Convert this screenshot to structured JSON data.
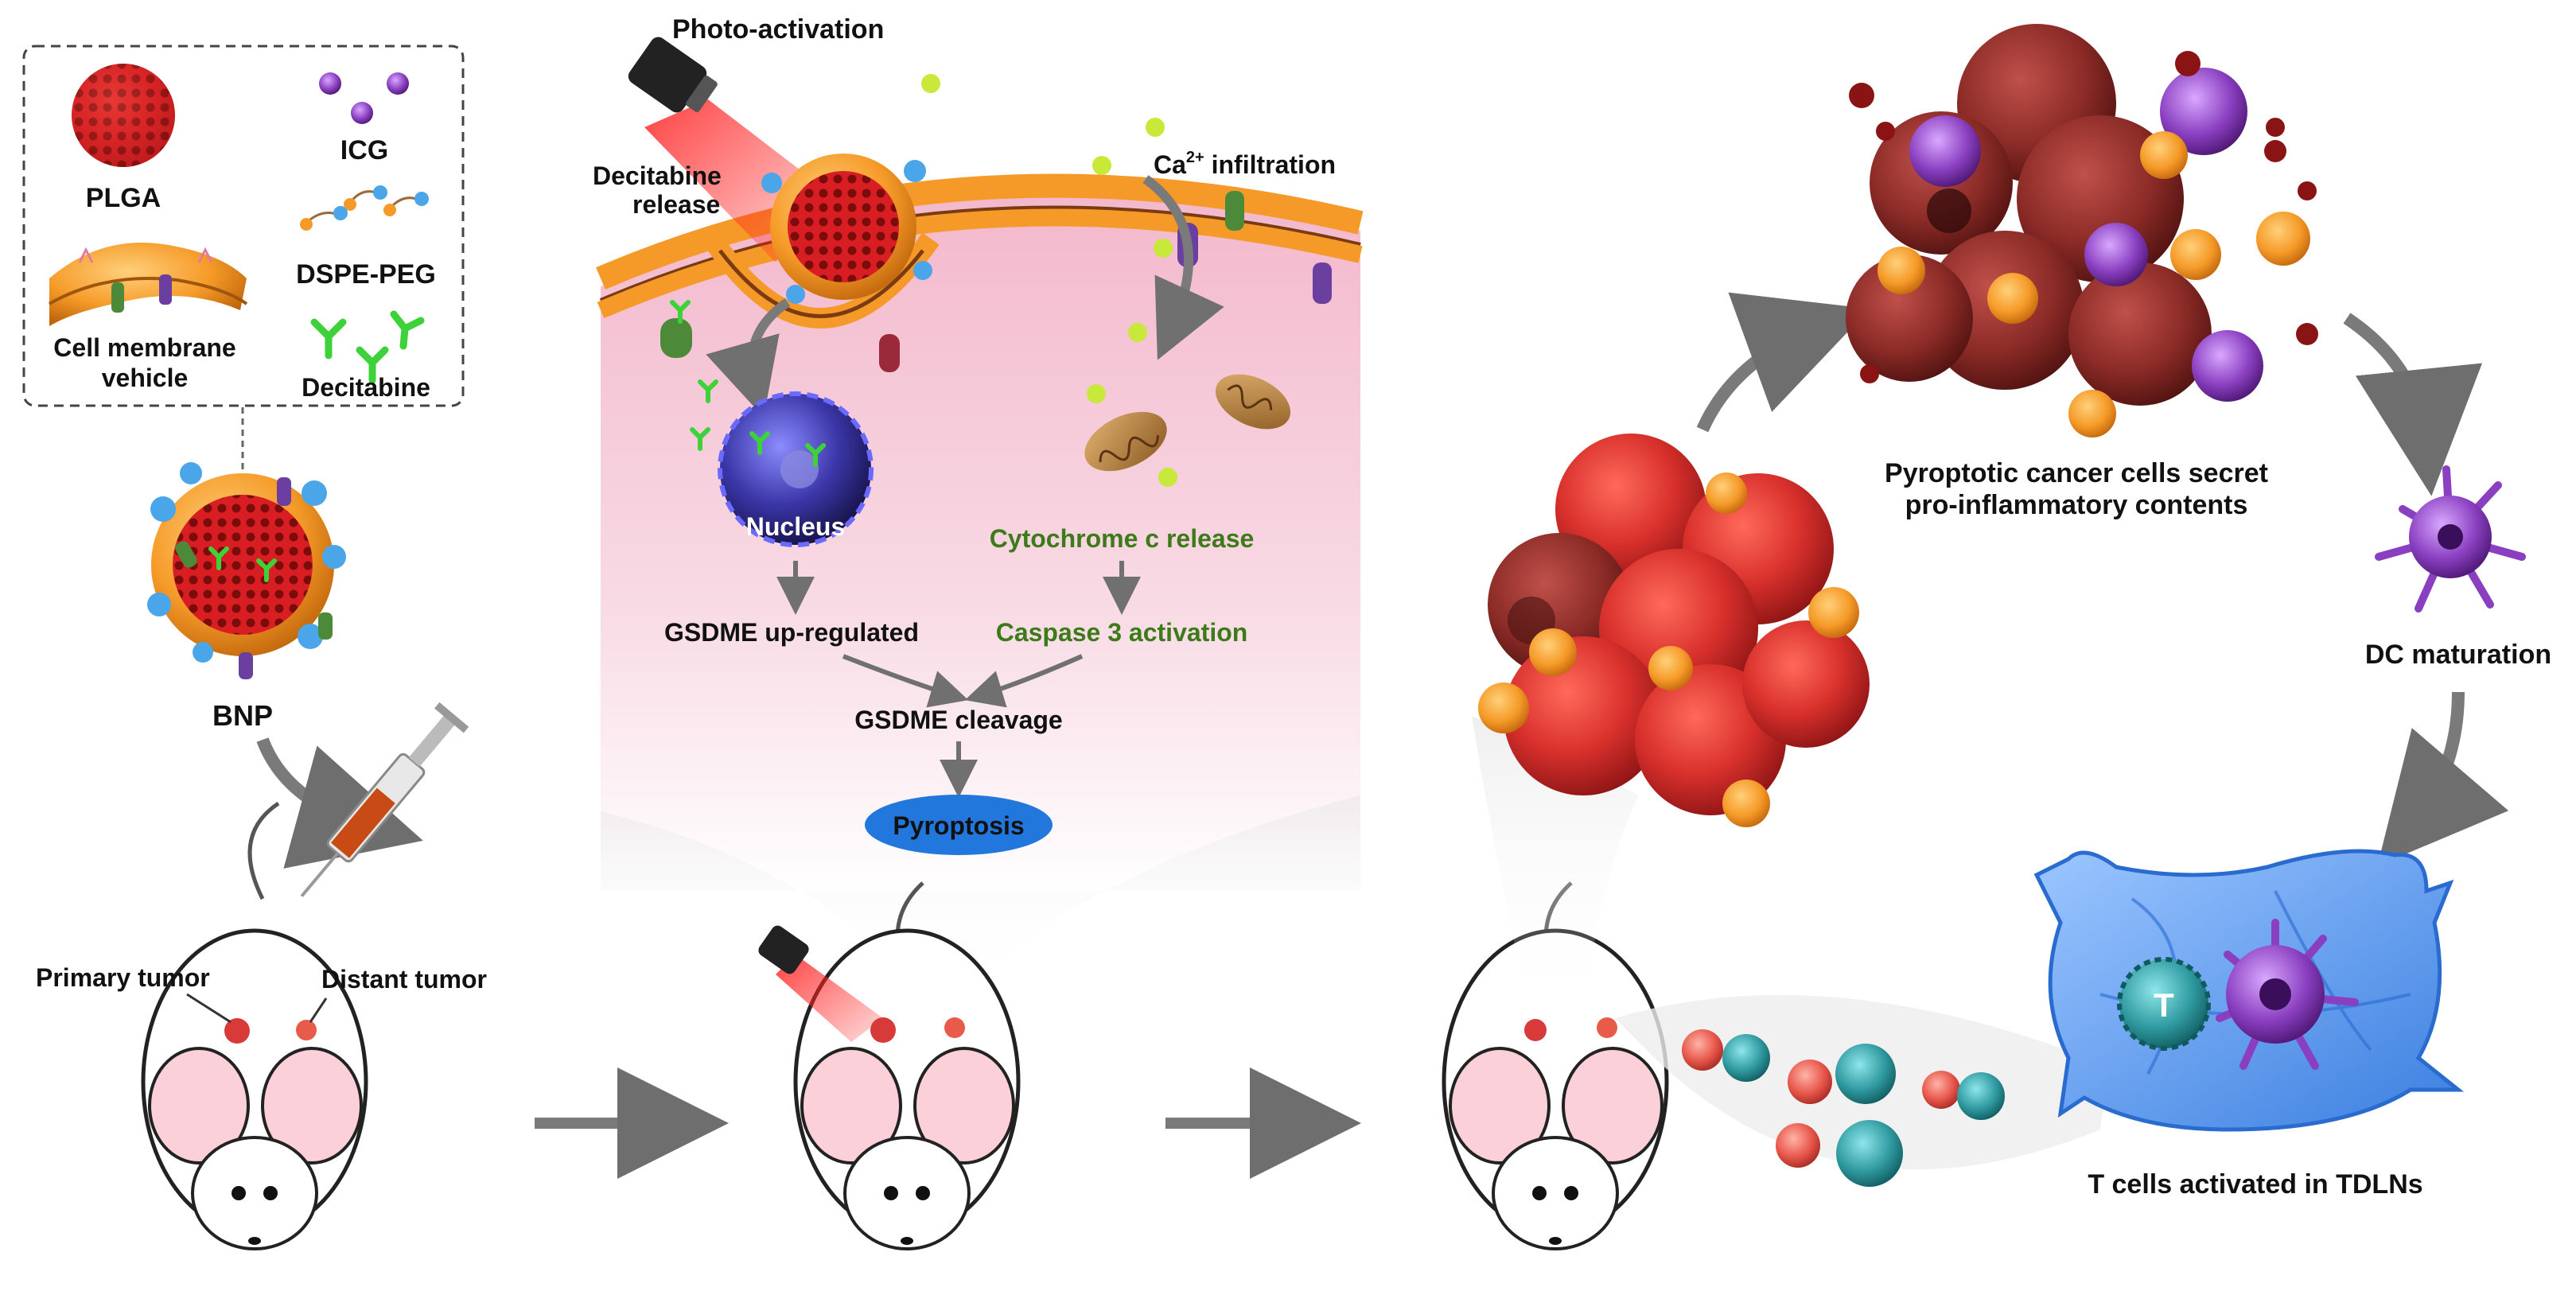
{
  "legend": {
    "plga": "PLGA",
    "icg": "ICG",
    "dspe_peg": "DSPE-PEG",
    "membrane_line1": "Cell membrane",
    "membrane_line2": "vehicle",
    "decitabine": "Decitabine"
  },
  "bnp_label": "BNP",
  "mouse1": {
    "primary_tumor": "Primary tumor",
    "distant_tumor": "Distant tumor"
  },
  "cell_panel": {
    "photo_activation": "Photo-activation",
    "ca_prefix": "Ca",
    "ca_superscript": "2+",
    "ca_suffix": " infiltration",
    "decitabine_release_line1": "Decitabine",
    "decitabine_release_line2": "release",
    "nucleus": "Nucleus",
    "cytochrome": "Cytochrome c release",
    "gsdme_up": "GSDME up-regulated",
    "caspase": "Caspase 3 activation",
    "gsdme_cleavage": "GSDME cleavage",
    "pyroptosis": "Pyroptosis"
  },
  "immune": {
    "secret_line1": "Pyroptotic cancer cells secret",
    "secret_line2": "pro-inflammatory contents",
    "dc_maturation": "DC maturation",
    "t_cells": "T cells activated in TDLNs",
    "t_letter": "T"
  },
  "colors": {
    "tumor_red": "#c8282c",
    "membrane_orange": "#f59a28",
    "dc_purple": "#8a3fc0",
    "tcell_teal": "#2f9aa0",
    "pyroptosis_blue": "#2277dd",
    "label_green": "#3d7a19",
    "arrow_gray": "#7a7a7a"
  }
}
